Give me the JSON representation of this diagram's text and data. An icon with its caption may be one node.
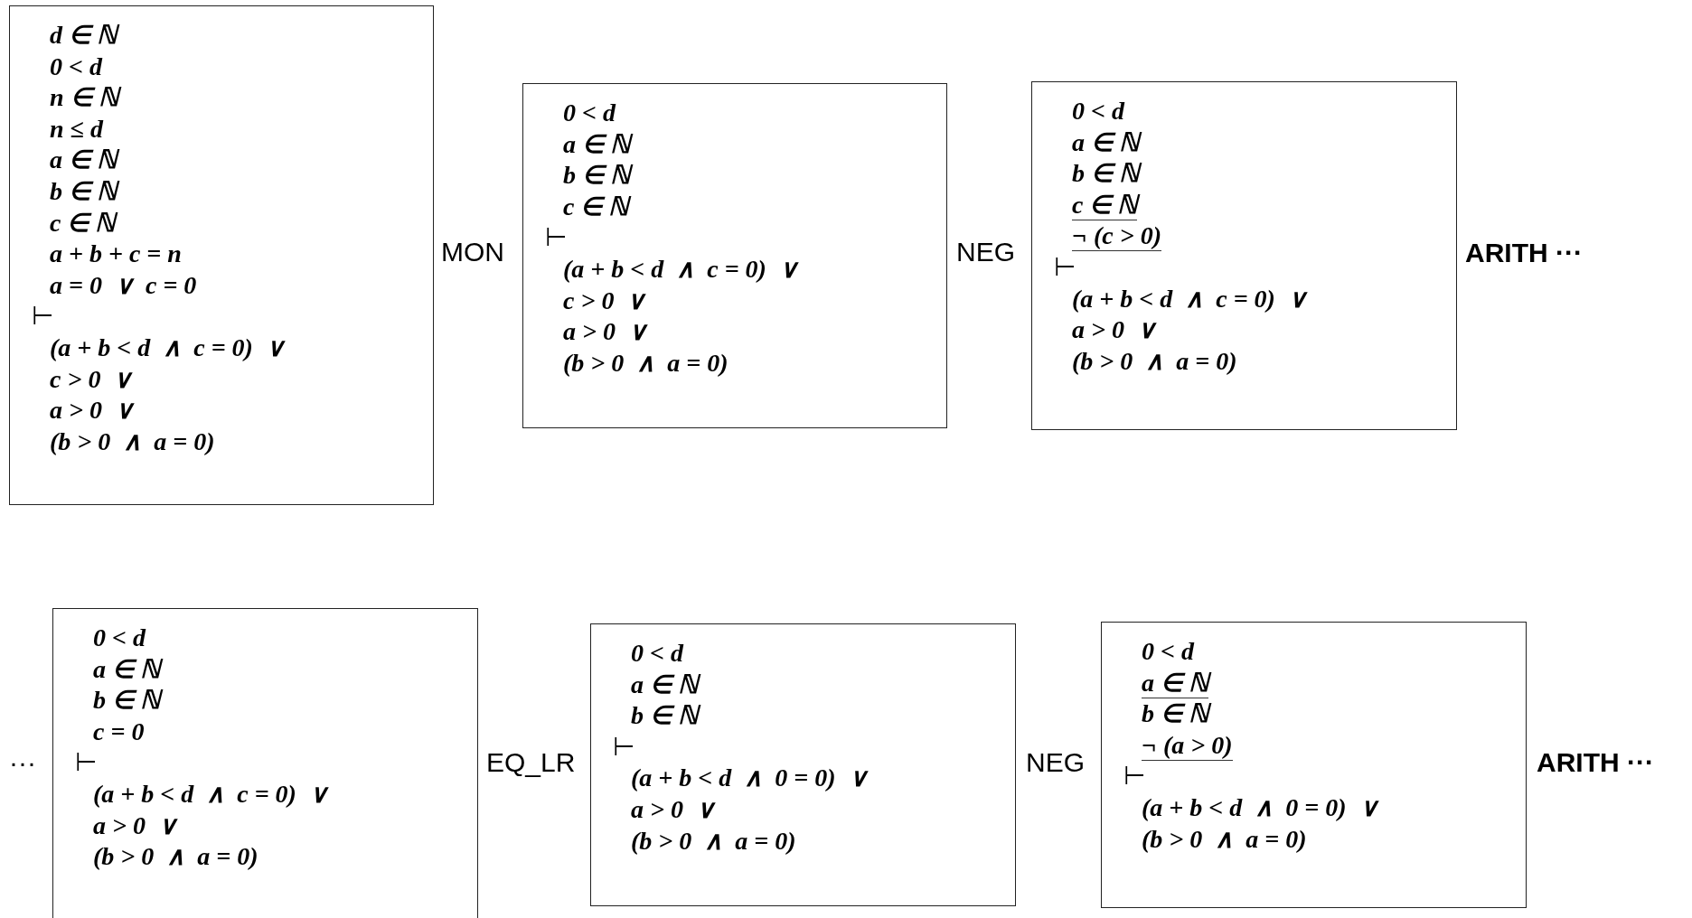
{
  "diagram": {
    "nodes": [
      {
        "text": [
          "d ∈ ℕ",
          "0 < d",
          "n ∈ ℕ",
          "n ≤ d",
          "a ∈ ℕ",
          "b ∈ ℕ",
          "c ∈ ℕ",
          "a + b + c = n",
          "a = 0  ∨  c = 0",
          "⊢",
          "(a + b < d  ∧  c = 0)  ∨",
          "c > 0  ∨",
          "a > 0  ∨",
          "(b > 0  ∧  a = 0)"
        ]
      },
      {
        "text": [
          "0 < d",
          "a ∈ ℕ",
          "b ∈ ℕ",
          "c ∈ ℕ",
          "⊢",
          "(a + b < d  ∧  c = 0)  ∨",
          "c > 0  ∨",
          "a > 0  ∨",
          "(b > 0  ∧  a = 0)"
        ]
      },
      {
        "text": [
          "0 < d",
          "a ∈ ℕ",
          "b ∈ ℕ",
          "c ∈ ℕ",
          "¬ (c > 0)",
          "⊢",
          "(a + b < d  ∧  c = 0)  ∨",
          "a > 0  ∨",
          "(b > 0  ∧  a = 0)"
        ]
      },
      {
        "text": [
          "0 < d",
          "a ∈ ℕ",
          "b ∈ ℕ",
          "c = 0",
          "⊢",
          "(a + b < d  ∧  c = 0)  ∨",
          "a > 0  ∨",
          "(b > 0  ∧  a = 0)"
        ]
      },
      {
        "text": [
          "0 < d",
          "a ∈ ℕ",
          "b ∈ ℕ",
          "⊢",
          "(a + b < d  ∧  0 = 0)  ∨",
          "a > 0  ∨",
          "(b > 0  ∧  a = 0)"
        ]
      },
      {
        "text": [
          "0 < d",
          "a ∈ ℕ",
          "b ∈ ℕ",
          "¬ (a > 0)",
          "⊢",
          "(a + b < d  ∧  0 = 0)  ∨",
          "(b > 0  ∧  a = 0)"
        ]
      }
    ],
    "labels": [
      "MON",
      "NEG",
      "ARITH ···",
      "···",
      "EQ_LR",
      "NEG",
      "ARITH ···"
    ]
  }
}
